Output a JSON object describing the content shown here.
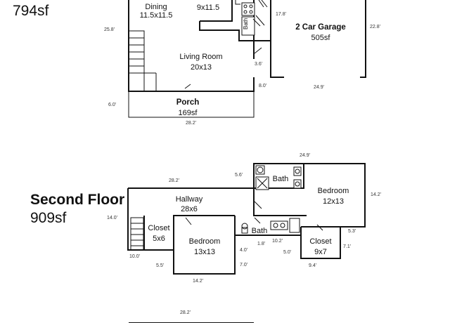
{
  "first_floor": {
    "area": "794sf",
    "rooms": {
      "dining_name": "Dining",
      "dining_size": "11.5x11.5",
      "kitchen_size": "9x11.5",
      "living_name": "Living Room",
      "living_size": "20x13",
      "porch_name": "Porch",
      "porch_area": "169sf",
      "garage_name": "2 Car Garage",
      "garage_area": "505sf",
      "bath_label": "Bath"
    },
    "dims": {
      "left": "25.8'",
      "kitchen_side": "17.8'",
      "garage_right": "22.8'",
      "stair_gap": "3.6'",
      "porch_small": "8.0'",
      "garage_bottom": "24.9'",
      "porch_left": "6.0'",
      "porch_bottom": "28.2'"
    }
  },
  "second_floor": {
    "title": "Second Floor",
    "area": "909sf",
    "rooms": {
      "hallway_name": "Hallway",
      "hallway_size": "28x6",
      "closet_a_name": "Closet",
      "closet_a_size": "5x6",
      "bedroom_a_name": "Bedroom",
      "bedroom_a_size": "13x13",
      "bath_upper": "Bath",
      "bath_lower": "Bath",
      "bedroom_b_name": "Bedroom",
      "bedroom_b_size": "12x13",
      "closet_b_name": "Closet",
      "closet_b_size": "9x7"
    },
    "dims": {
      "top_bath": "24.9'",
      "hall_top": "28.2'",
      "hall_small": "5.6'",
      "bedroom_b_right": "14.2'",
      "left": "14.0'",
      "hall_bottom_left": "10.0'",
      "bedroom_a_left": "5.5'",
      "bedroom_a_bottom": "14.2'",
      "bedroom_a_right_upper": "4.0'",
      "bedroom_a_right_lower": "7.0'",
      "bath_a": "1.8'",
      "bath_b": "10.2'",
      "bath_c": "5.0'",
      "closet_b_right_upper": "5.3'",
      "closet_b_right_lower": "7.1'",
      "closet_b_bottom": "9.4'"
    }
  },
  "third_floor": {
    "dims": {
      "top": "28.2'"
    }
  }
}
